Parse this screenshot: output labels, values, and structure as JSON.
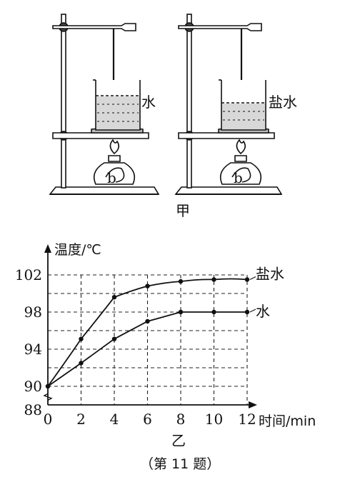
{
  "apparatus": {
    "left_label": "水",
    "right_label": "盐水",
    "figure_label": "甲"
  },
  "chart_data": {
    "type": "line",
    "title": "",
    "ylabel": "温度/℃",
    "xlabel": "时间/min",
    "x": [
      0,
      2,
      4,
      6,
      8,
      10,
      12
    ],
    "xticks": [
      "0",
      "2",
      "4",
      "6",
      "8",
      "10",
      "12"
    ],
    "yticks": [
      "88",
      "90",
      "94",
      "98",
      "102"
    ],
    "ylim": [
      88,
      104
    ],
    "xlim": [
      0,
      13
    ],
    "grid": true,
    "series": [
      {
        "name": "盐水",
        "values": [
          90,
          95.1,
          99.6,
          100.8,
          101.3,
          101.5,
          101.5
        ]
      },
      {
        "name": "水",
        "values": [
          90,
          92.5,
          95.1,
          97,
          98,
          98,
          98
        ]
      }
    ],
    "figure_label": "乙"
  },
  "caption": "（第 11 题）"
}
